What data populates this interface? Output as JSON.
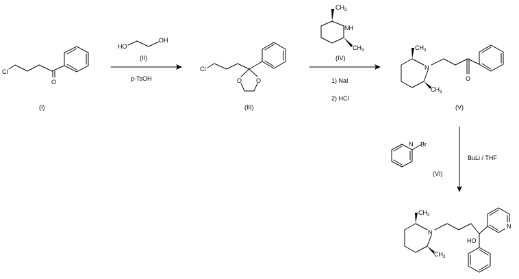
{
  "compounds": {
    "I": {
      "label": "(I)",
      "atoms": {
        "cl": "Cl",
        "o": "O"
      }
    },
    "II": {
      "label": "(II)",
      "atoms": {
        "ho_left": "HO",
        "oh_right": "OH"
      }
    },
    "III": {
      "label": "(III)",
      "atoms": {
        "cl": "Cl",
        "o1": "O",
        "o2": "O"
      }
    },
    "IV": {
      "label": "(IV)",
      "atoms": {
        "nh": "NH",
        "ch3_top": "CH3",
        "ch3_bottom": "CH3"
      }
    },
    "V": {
      "label": "(V)",
      "atoms": {
        "n": "N",
        "o": "O",
        "ch3_top": "CH3",
        "ch3_bottom": "CH3"
      }
    },
    "VI": {
      "label": "(VI)",
      "atoms": {
        "n": "N",
        "br": "Br"
      }
    },
    "product": {
      "atoms": {
        "n": "N",
        "ho": "HO",
        "py_n": "N",
        "ch3_top": "CH3",
        "ch3_bottom": "CH3"
      }
    }
  },
  "conditions": {
    "step1_reagent": "p-TsOH",
    "step2_first": "1) NaI",
    "step2_second": "2) HCl",
    "step3_reagent": "BuLi / THF"
  }
}
